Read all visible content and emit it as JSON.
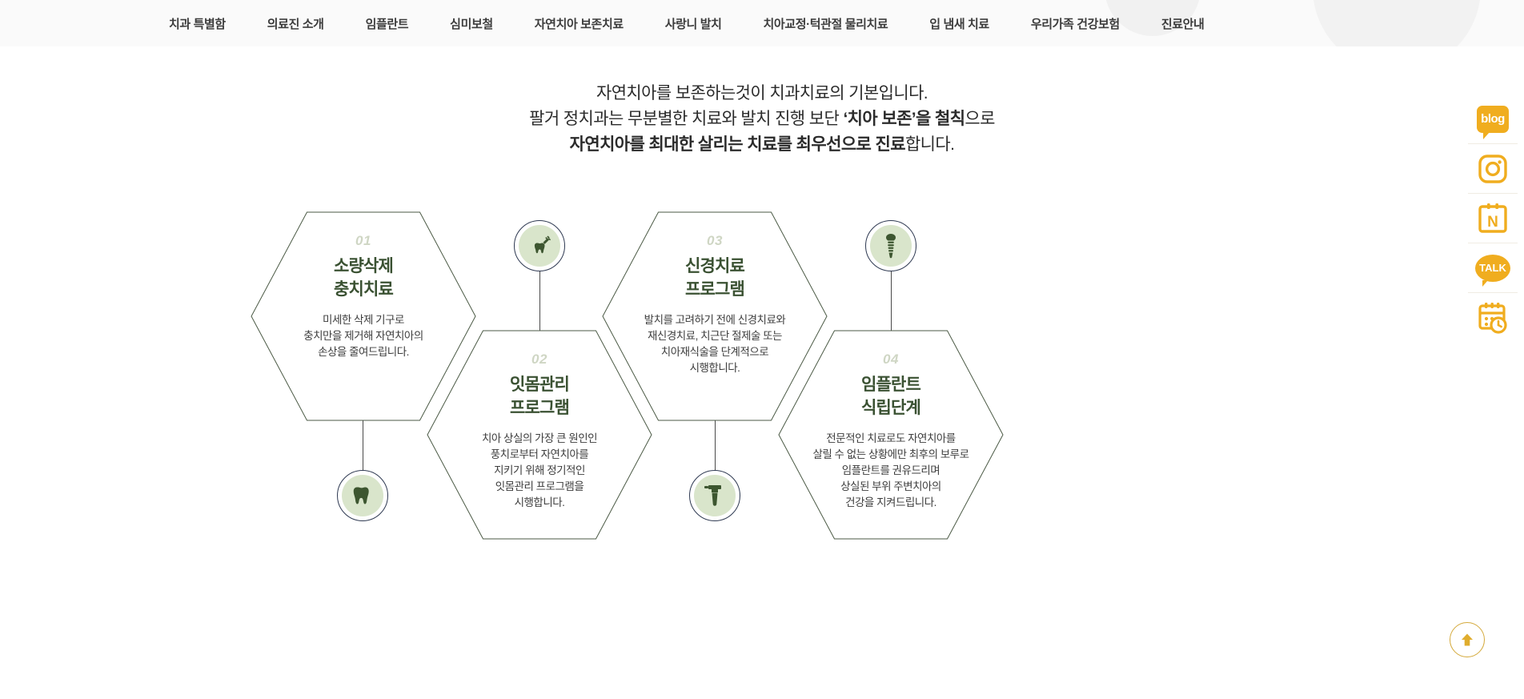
{
  "nav": {
    "items": [
      {
        "label": "치과 특별함"
      },
      {
        "label": "의료진 소개"
      },
      {
        "label": "임플란트"
      },
      {
        "label": "심미보철"
      },
      {
        "label": "자연치아 보존치료"
      },
      {
        "label": "사랑니 발치"
      },
      {
        "label": "치아교정·턱관절 물리치료"
      },
      {
        "label": "입 냄새 치료"
      },
      {
        "label": "우리가족 건강보험"
      },
      {
        "label": "진료안내"
      }
    ]
  },
  "headline": {
    "line1": "자연치아를 보존하는것이 치과치료의 기본입니다.",
    "line2_a": "팔거 정치과는 무분별한 치료와 발치 진행 보단 ",
    "line2_b": "‘치아 보존’을 철칙",
    "line2_c": "으로",
    "line3_a": "자연치아를 최대한 살리는 치료를 최우선으로 진료",
    "line3_b": "합니다."
  },
  "steps": [
    {
      "number": "01",
      "title": "소량삭제\n충치치료",
      "desc": "미세한 삭제 기구로\n충치만을 제거해 자연치아의\n손상을 줄여드립니다.",
      "icon": "tooth-icon"
    },
    {
      "number": "02",
      "title": "잇몸관리\n프로그램",
      "desc": "치아 상실의 가장 큰 원인인\n풍치로부터 자연치아를\n지키기 위해 정기적인\n잇몸관리 프로그램을\n시행합니다.",
      "icon": "dental-drill-icon"
    },
    {
      "number": "03",
      "title": "신경치료\n프로그램",
      "desc": "발치를 고려하기 전에 신경치료와\n재신경치료, 치근단 절제술 또는\n치아재식술을 단계적으로\n시행합니다.",
      "icon": "tooth-root-canal-icon"
    },
    {
      "number": "04",
      "title": "임플란트\n식립단계",
      "desc": "전문적인 치료로도 자연치아를\n살릴 수 없는 상황에만 최후의 보루로\n임플란트를 권유드리며\n상실된 부위 주변치아의\n건강을 지켜드립니다.",
      "icon": "implant-icon"
    }
  ],
  "rail": {
    "items": [
      {
        "name": "blog-icon",
        "label": "blog"
      },
      {
        "name": "instagram-icon",
        "label": ""
      },
      {
        "name": "naver-icon",
        "label": "N"
      },
      {
        "name": "kakaotalk-icon",
        "label": "TALK"
      },
      {
        "name": "reservation-calendar-icon",
        "label": ""
      }
    ]
  },
  "scroll_top": {
    "label": "scroll-to-top"
  },
  "colors": {
    "accent_amber": "#f0ad1f",
    "hex_title_green": "#3a5132",
    "hex_number_green": "#cfd6c4",
    "icon_disc_green": "#d9e5cb",
    "icon_ring_navy": "#2f3a52",
    "hex_stroke": "#4b5a45"
  }
}
